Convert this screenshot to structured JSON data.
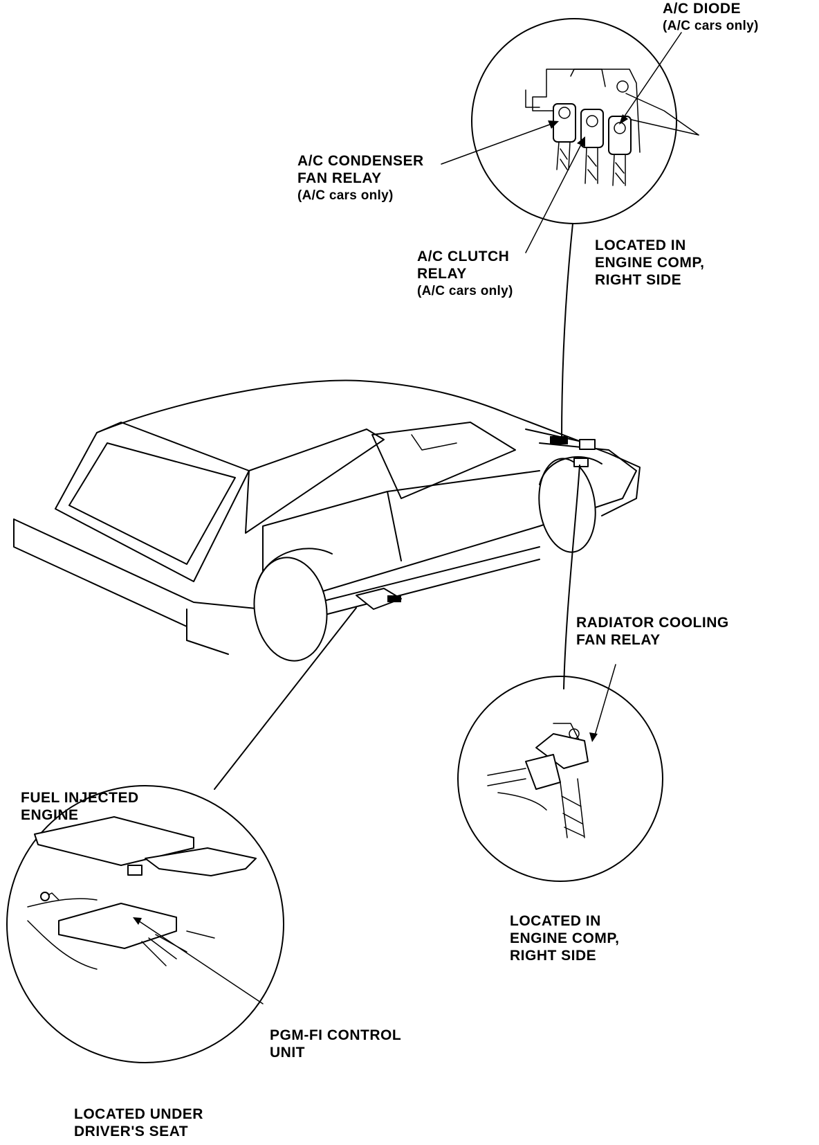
{
  "labels": {
    "ac_diode": {
      "line1": "A/C DIODE",
      "line2": "(A/C cars only)"
    },
    "ac_condenser": {
      "line1": "A/C CONDENSER",
      "line2": "FAN RELAY",
      "line3": "(A/C cars only)"
    },
    "ac_clutch": {
      "line1": "A/C CLUTCH",
      "line2": "RELAY",
      "line3": "(A/C cars only)"
    },
    "location_top": {
      "line1": "LOCATED IN",
      "line2": "ENGINE COMP,",
      "line3": "RIGHT SIDE"
    },
    "radiator_relay": {
      "line1": "RADIATOR COOLING",
      "line2": "FAN RELAY"
    },
    "location_right": {
      "line1": "LOCATED IN",
      "line2": "ENGINE COMP,",
      "line3": "RIGHT SIDE"
    },
    "fuel_injected": {
      "line1": "FUEL INJECTED",
      "line2": "ENGINE"
    },
    "pgm_fi": {
      "line1": "PGM-FI CONTROL",
      "line2": "UNIT"
    },
    "location_bottom": {
      "line1": "LOCATED UNDER",
      "line2": "DRIVER'S SEAT"
    }
  },
  "icons": [
    "car-illustration",
    "relay-detail-circle",
    "radiator-relay-detail-circle",
    "control-unit-detail-circle"
  ],
  "colors": {
    "ink": "#000000",
    "paper": "#ffffff"
  }
}
